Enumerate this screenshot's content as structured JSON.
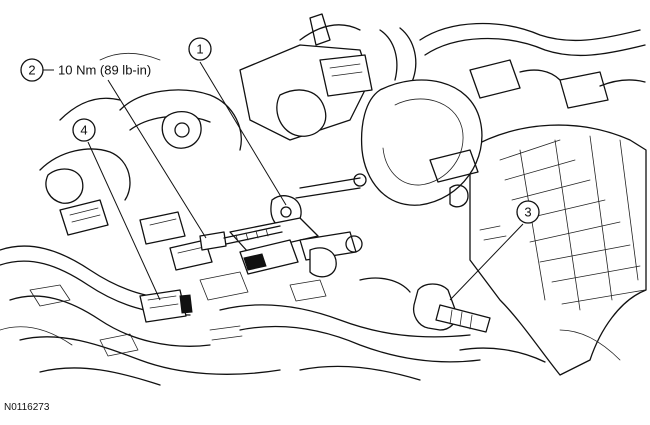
{
  "figure_id": "N0116273",
  "callouts": [
    {
      "number": "1"
    },
    {
      "number": "2",
      "text": "10 Nm (89 lb-in)"
    },
    {
      "number": "3"
    },
    {
      "number": "4"
    }
  ]
}
